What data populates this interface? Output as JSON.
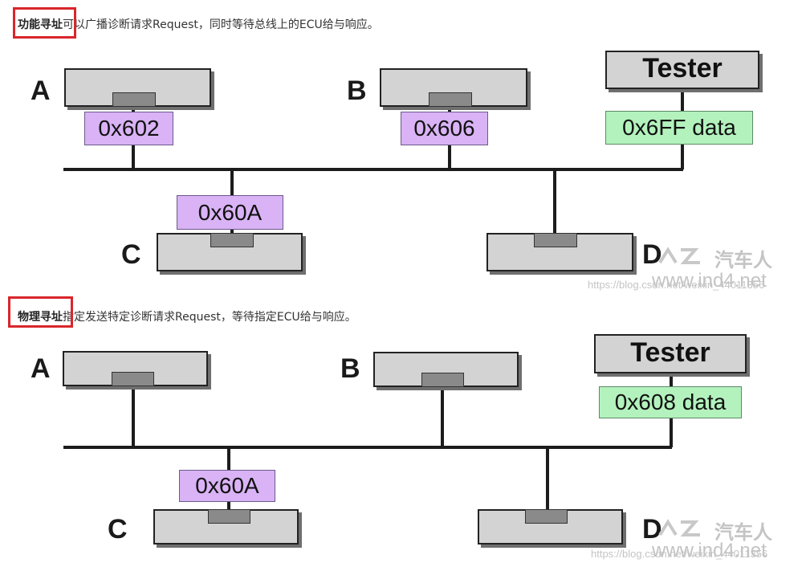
{
  "sections": [
    {
      "highlight": "功能寻址",
      "caption_rest": "可以广播诊断请求Request，同时等待总线上的ECU给与响应。",
      "nodes": {
        "a": "A",
        "b": "B",
        "c": "C",
        "d": "D"
      },
      "labels": {
        "a_id": "0x602",
        "b_id": "0x606",
        "c_id": "0x60A",
        "tester_msg": "0x6FF data"
      },
      "tester": "Tester"
    },
    {
      "highlight": "物理寻址",
      "caption_rest": "指定发送特定诊断请求Request，等待指定ECU给与响应。",
      "nodes": {
        "a": "A",
        "b": "B",
        "c": "C",
        "d": "D"
      },
      "labels": {
        "c_id": "0x60A",
        "tester_msg": "0x608 data"
      },
      "tester": "Tester"
    }
  ],
  "watermark": {
    "brand": "汽车人",
    "site": "www.ind4.net",
    "blog_url": "https://blog.csdn.net/weixin_44011356"
  },
  "colors": {
    "highlight_border": "#d9262b",
    "id_purple": "#d9b3f5",
    "id_green": "#b3f2bd",
    "node_fill": "#d3d3d3"
  }
}
